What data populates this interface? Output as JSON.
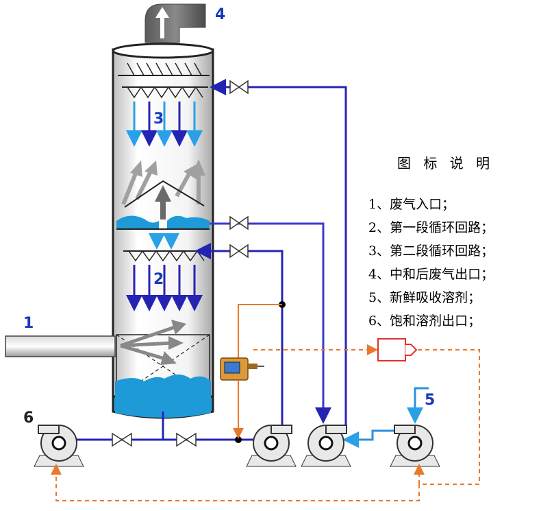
{
  "callouts": {
    "c1": "1",
    "c2": "2",
    "c3": "3",
    "c4": "4",
    "c5": "5",
    "c6": "6"
  },
  "legend": {
    "title": "图 标 说 明",
    "items": [
      "1、废气入口；",
      "2、第一段循环回路；",
      "3、第二段循环回路；",
      "4、中和后废气出口；",
      "5、新鲜吸收溶剂；",
      "6、饱和溶剂出口；"
    ]
  },
  "colors": {
    "pipe_blue": "#2424b4",
    "spray_blue": "#2aa0e6",
    "liquid_blue": "#1e9ad8",
    "gas_gray": "#8a8a8a",
    "signal_orange": "#e8782a",
    "valve_red": "#e03030",
    "callout_blue": "#1a3ab8"
  }
}
